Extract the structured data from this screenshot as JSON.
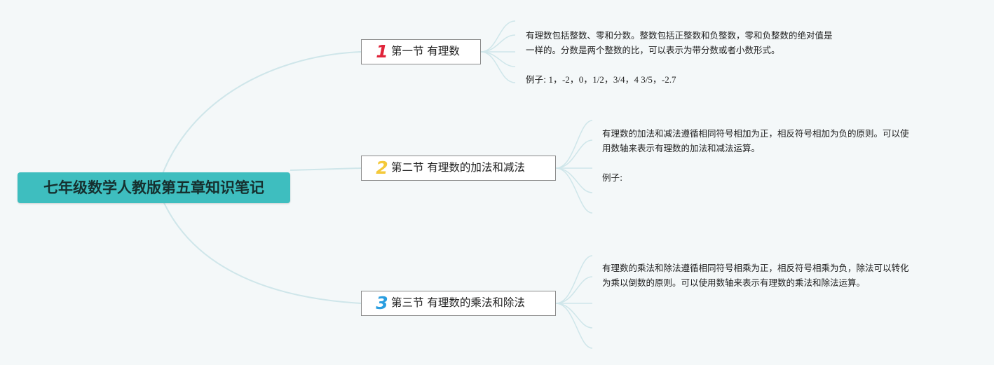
{
  "root": {
    "title": "七年级数学人教版第五章知识笔记"
  },
  "sections": [
    {
      "number": "1",
      "number_color": "#e0243a",
      "title": "第一节 有理数",
      "note": {
        "line1": "有理数包括整数、零和分数。整数包括正整数和负整数，零和负整数的绝对值是",
        "line2": "一样的。分数是两个整数的比，可以表示为带分数或者小数形式。",
        "example_label": "例子:",
        "example_values": " 1，-2，0，1/2，3/4，4 3/5，-2.7"
      }
    },
    {
      "number": "2",
      "number_color": "#f4c93a",
      "title": "第二节 有理数的加法和减法",
      "note": {
        "line1": "有理数的加法和减法遵循相同符号相加为正，相反符号相加为负的原则。可以使",
        "line2": "用数轴来表示有理数的加法和减法运算。",
        "example_label": "例子:",
        "example_values": ""
      }
    },
    {
      "number": "3",
      "number_color": "#2a9ee0",
      "title": "第三节 有理数的乘法和除法",
      "note": {
        "line1": "有理数的乘法和除法遵循相同符号相乘为正，相反符号相乘为负，除法可以转化",
        "line2": "为乘以倒数的原则。可以使用数轴来表示有理数的乘法和除法运算。"
      }
    }
  ],
  "colors": {
    "root_fill": "#3ebebf",
    "link": "#cfe6ea",
    "background": "#f4f8f9"
  }
}
